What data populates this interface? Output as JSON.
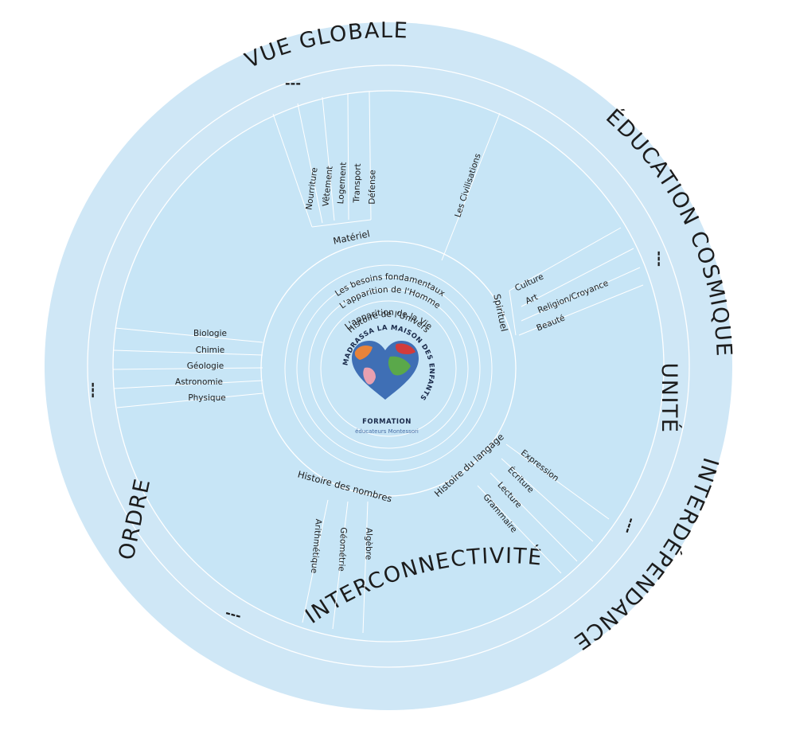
{
  "outer_ring": {
    "top": "ÉDUCATION COSMIQUE",
    "top_right": "INTERDÉPENDANCE",
    "right": "UNITÉ",
    "bottom": "INTERCONNECTIVITÉ",
    "left": "ORDRE",
    "top_left": "VUE GLOBALE",
    "separator": "---"
  },
  "center_rings": [
    "Les besoins fondamentaux",
    "L'apparition de l'Homme",
    "L'apparition de la Vie",
    "Histoire de l'Univers"
  ],
  "logo": {
    "circle_text": "MADRASSA LA MAISON DES ENFANTS",
    "word1": "MADRASSA",
    "word2": "LA",
    "word3": "MAISON",
    "word4": "DES",
    "word5": "ENFANTS",
    "formation": "FORMATION",
    "subtitle": "éducateurs Montessori",
    "heart_colors": [
      "#3f6fb5",
      "#e8833a",
      "#d23b3b",
      "#5aa84a",
      "#e8a0b0"
    ]
  },
  "sections": {
    "materiel": {
      "title": "Matériel",
      "items": [
        "Nourriture",
        "Vêtement",
        "Logement",
        "Transport",
        "Défense"
      ]
    },
    "civilisations": {
      "title": "Les Civilisations"
    },
    "spirituel": {
      "title": "Spirituel",
      "items": [
        "Culture",
        "Art",
        "Religion/Croyance",
        "Beauté"
      ]
    },
    "sciences": {
      "items": [
        "Biologie",
        "Chimie",
        "Géologie",
        "Astronomie",
        "Physique"
      ]
    },
    "langage": {
      "title": "Histoire du langage",
      "items": [
        "Expression",
        "Écriture",
        "Lecture",
        "Grammaire"
      ]
    },
    "nombres": {
      "title": "Histoire des nombres",
      "items": [
        "Arithmétique",
        "Géométrie",
        "Algèbre"
      ]
    }
  },
  "colors": {
    "outer_fill": "#cfe7f6",
    "inner_fill": "#c7e5f6",
    "stroke": "#ffffff",
    "text": "#1c1c1c"
  }
}
